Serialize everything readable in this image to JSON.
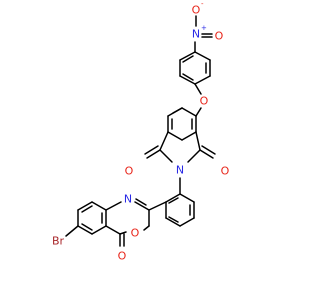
{
  "colors": {
    "bond": "#000000",
    "oxygen": "#e8261b",
    "nitrogen": "#2a2ae6",
    "bromine": "#a8262a"
  },
  "atoms": {
    "nitro_n": "N",
    "nitro_n_charge": "+",
    "nitro_o_top": "O",
    "nitro_o_top_charge": "-",
    "nitro_o_right": "O",
    "ether_o": "O",
    "imide_n": "N",
    "carbonyl_o_left": "O",
    "carbonyl_o_right": "O",
    "quinazoline_n": "N",
    "ring_o": "O",
    "lactone_o": "O",
    "bromine": "Br"
  }
}
